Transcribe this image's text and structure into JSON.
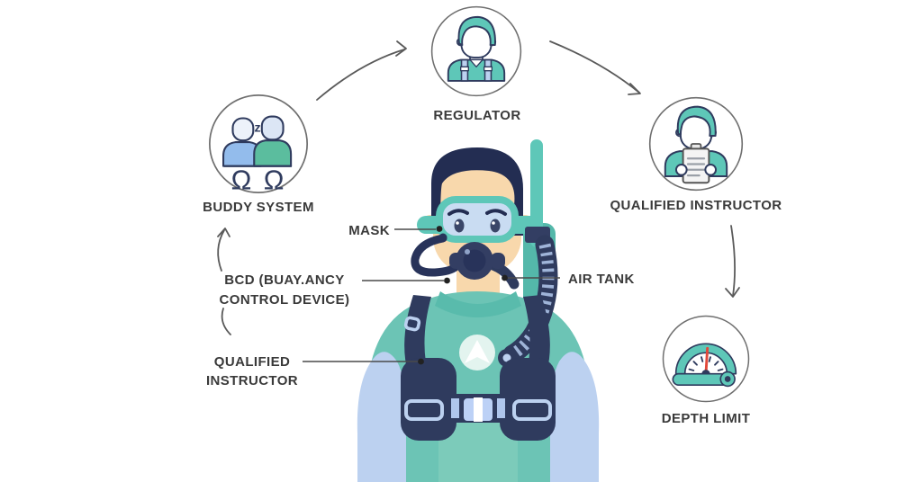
{
  "diagram": {
    "nodes": {
      "buddy_system": "BUDDY SYSTEM",
      "regulator": "REGULATOR",
      "qualified_instructor": "QUALIFIED INSTRUCTOR",
      "depth_limit": "DEPTH LIMIT"
    },
    "equipment_labels": {
      "mask": "MASK",
      "bcd_line1": "BCD (BUAY.ANCY",
      "bcd_line2": "CONTROL DEVICE)",
      "air_tank": "AIR TANK",
      "instructor_line1": "QUALIFIED",
      "instructor_line2": "INSTRUCTOR"
    },
    "icons": {
      "buddy_system": "buddy-pair-icon",
      "regulator": "diver-person-icon",
      "qualified_instructor": "instructor-clipboard-icon",
      "depth_limit": "depth-gauge-icon"
    },
    "palette": {
      "teal": "#6CC4B5",
      "teal_dark": "#59BBAC",
      "icon_teal": "#5EC7B8",
      "navy": "#2F3B5E",
      "hair_navy": "#232D52",
      "skin": "#F8D8AC",
      "light_blue": "#BCD1F0",
      "lens_blue": "#C9DCF2",
      "person_blue": "#93BCEC",
      "person_green": "#5BBD9E",
      "gauge_red": "#E2493B",
      "arrow_gray": "#5A5A5A",
      "label_text": "#3A3A3A",
      "circle_stroke": "#6F6F6F"
    }
  }
}
